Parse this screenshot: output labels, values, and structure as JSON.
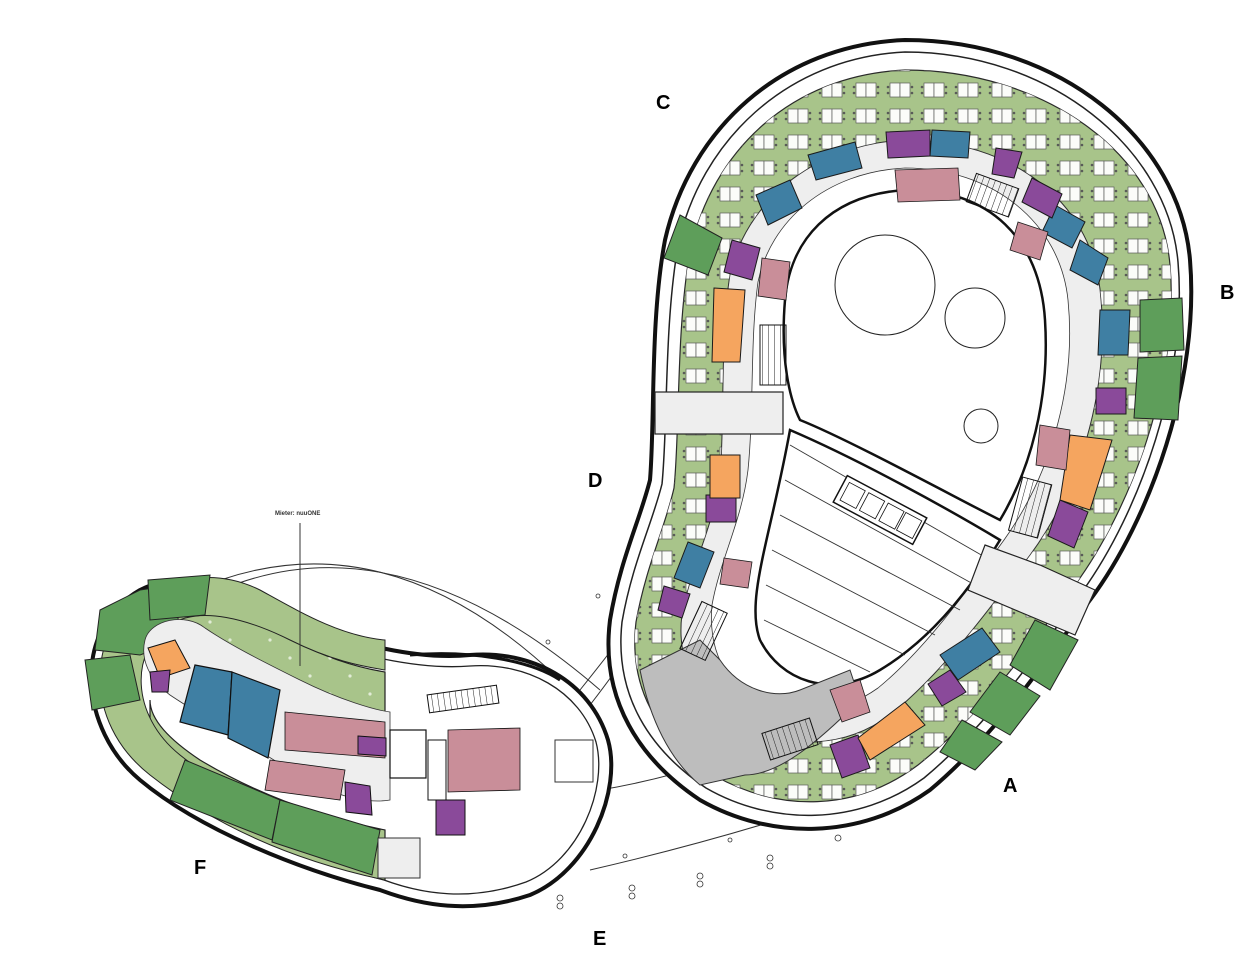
{
  "wings": {
    "a": "A",
    "b": "B",
    "c": "C",
    "d": "D",
    "e": "E",
    "f": "F"
  },
  "tenant_label": "Mieter: nuuONE",
  "colors": {
    "office_light": "#a8c48a",
    "office_dark": "#5e9e5a",
    "corridor": "#eeeeee",
    "meeting_blue": "#3f7fa3",
    "storage_purple": "#8a4a9a",
    "kitchen_orange": "#f5a55f",
    "sanitary_pink": "#c98e99",
    "lobby_grey": "#bdbdbd",
    "walls": "#1a1a1a"
  },
  "icons": [
    "desk-cluster-icon",
    "stair-icon",
    "elevator-icon",
    "door-swing-icon",
    "column-icon"
  ]
}
